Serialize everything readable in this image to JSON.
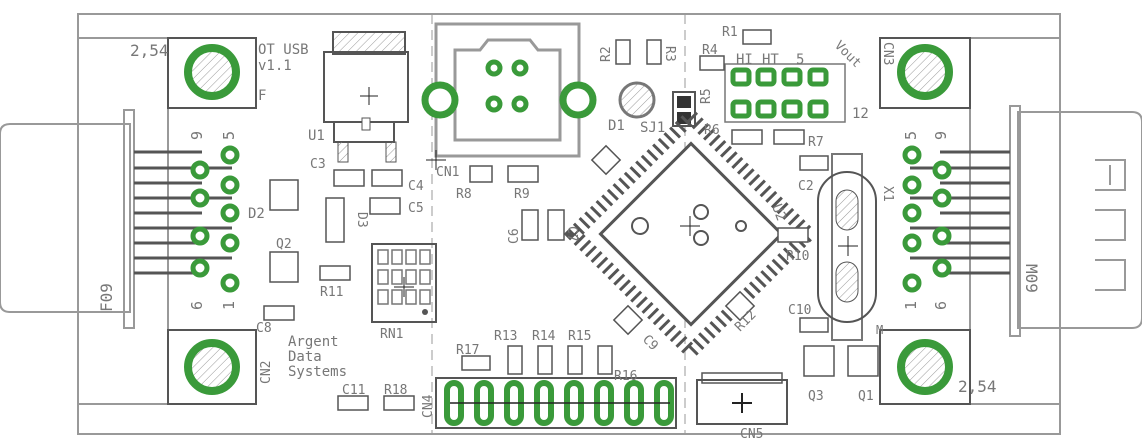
{
  "board": {
    "title": "OT USB",
    "version": "v1.1",
    "pitch_left": "2,54",
    "pitch_right": "2,54",
    "label_F": "F",
    "label_M": "M",
    "maker": [
      "Argent",
      "Data",
      "Systems"
    ]
  },
  "connectors": {
    "CN1": "CN1",
    "CN2": "CN2",
    "CN3": "CN3",
    "CN4": "CN4",
    "CN5": "CN5",
    "F09": "F09",
    "M09": "M09"
  },
  "pins": {
    "left_top_a": "9",
    "left_top_b": "5",
    "left_bot_a": "6",
    "left_bot_b": "1",
    "right_top_a": "5",
    "right_top_b": "9",
    "right_bot_a": "1",
    "right_bot_b": "6"
  },
  "header": {
    "hi": "HI",
    "ht": "HT",
    "five": "5",
    "vout": "Vout",
    "twelve": "12"
  },
  "parts": {
    "U1": "U1",
    "U2": "U2",
    "D1": "D1",
    "D2": "D2",
    "D3": "D3",
    "SJ1": "SJ1",
    "Q1": "Q1",
    "Q2": "Q2",
    "Q3": "Q3",
    "X1": "X1",
    "RN1": "RN1",
    "C2": "C2",
    "C3": "C3",
    "C4": "C4",
    "C5": "C5",
    "C6": "C6",
    "C7": "C7",
    "C8": "C8",
    "C9": "C9",
    "C10": "C10",
    "C11": "C11",
    "R1": "R1",
    "R2": "R2",
    "R3": "R3",
    "R4": "R4",
    "R5": "R5",
    "R6": "R6",
    "R7": "R7",
    "R8": "R8",
    "R9": "R9",
    "R10": "R10",
    "R11": "R11",
    "R12": "R12",
    "R13": "R13",
    "R14": "R14",
    "R15": "R15",
    "R16": "R16",
    "R17": "R17",
    "R18": "R18"
  },
  "colors": {
    "outline": "#8a8a8a",
    "pad_green": "#3a9a3a",
    "line": "#222222",
    "text": "#777777"
  }
}
